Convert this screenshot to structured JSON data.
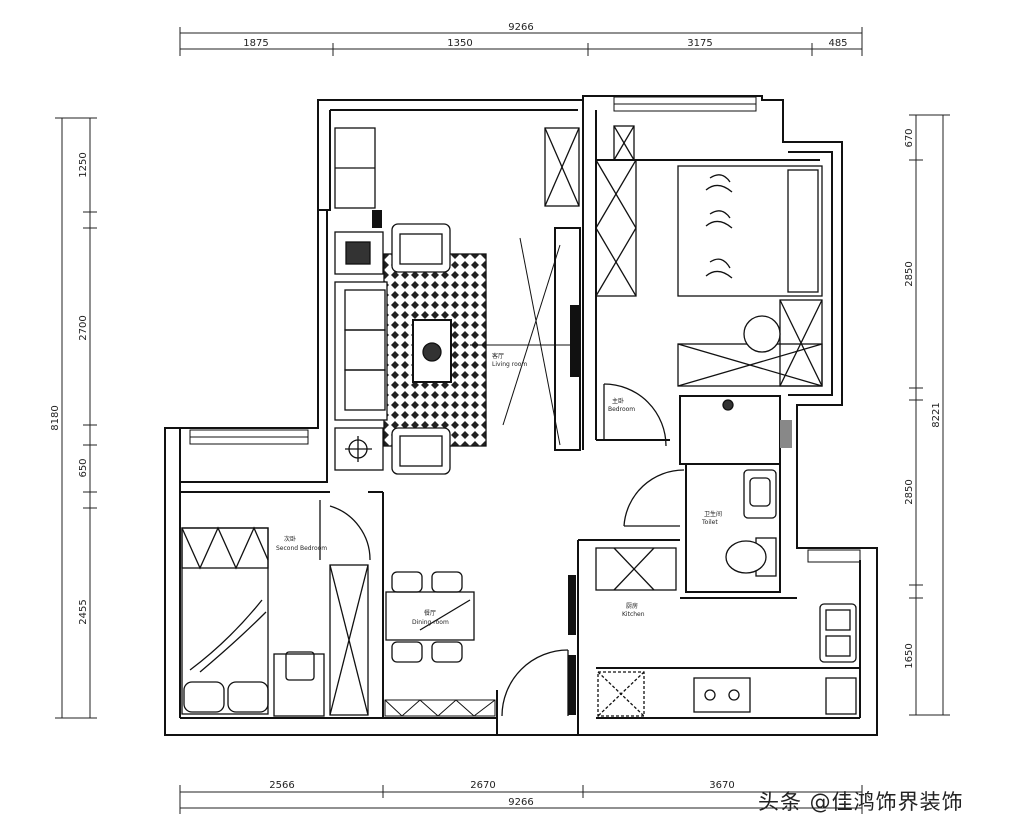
{
  "dimensions": {
    "top_total": "9266",
    "top_segments": [
      "1875",
      "1350",
      "3175",
      "485"
    ],
    "bottom_segments": [
      "2566",
      "2670",
      "3670"
    ],
    "bottom_total": "9266",
    "left_total": "8180",
    "left_segments": [
      "1250",
      "2700",
      "650",
      "2455"
    ],
    "right_total": "8221",
    "right_segments": [
      "670",
      "2850",
      "2850",
      "1650"
    ]
  },
  "rooms": {
    "living": {
      "name": "客厅",
      "sub": "Living room"
    },
    "bedroom_small": {
      "name": "次卧",
      "sub": "Second Bedroom"
    },
    "dining": {
      "name": "餐厅",
      "sub": "Dining room"
    },
    "master": {
      "name": "主卧",
      "sub": "Bedroom"
    },
    "bathroom": {
      "name": "卫生间",
      "sub": "Toilet"
    },
    "kitchen": {
      "name": "厨房",
      "sub": "Kitchen"
    }
  },
  "watermark": "头条 @佳鸿饰界装饰",
  "colors": {
    "line": "#111111",
    "background": "#ffffff"
  }
}
